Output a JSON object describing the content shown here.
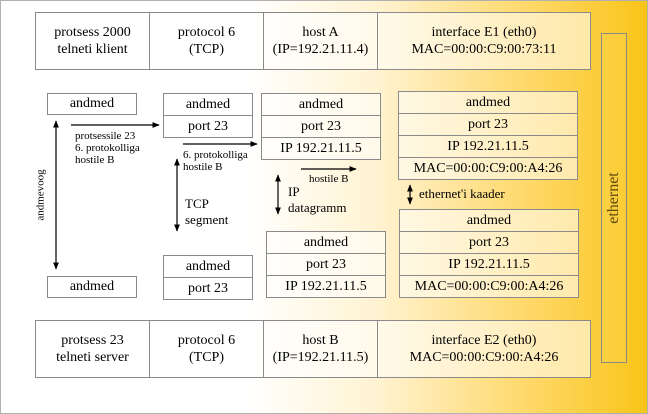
{
  "top_row": {
    "process": [
      "protsess 2000",
      "telneti klient"
    ],
    "protocol": [
      "protocol 6",
      "(TCP)"
    ],
    "host": [
      "host A",
      "(IP=192.21.11.4)"
    ],
    "interface": [
      "interface E1 (eth0)",
      "MAC=00:00:C9:00:73:11"
    ]
  },
  "bottom_row": {
    "process": [
      "protsess 23",
      "telneti server"
    ],
    "protocol": [
      "protocol 6",
      "(TCP)"
    ],
    "host": [
      "host B",
      "(IP=192.21.11.5)"
    ],
    "interface": [
      "interface E2 (eth0)",
      "MAC=00:00:C9:00:A4:26"
    ]
  },
  "ethernet_label": "ethernet",
  "data_label": "andmed",
  "port_label": "port 23",
  "ip_label": "IP 192.21.11.5",
  "mac_label": "MAC=00:00:C9:00:A4:26",
  "annotations": {
    "data_flow": "andmevoog",
    "to_port": [
      "protsessile 23",
      "6. protokolliga",
      "hostile B"
    ],
    "to_protocol": [
      "6. protokolliga",
      "hostile B"
    ],
    "to_host": "hostile B",
    "tcp_segment": [
      "TCP",
      "segment"
    ],
    "ip_datagram": [
      "IP",
      "datagramm"
    ],
    "ethernet_frame": "ethernet'i kaader"
  }
}
